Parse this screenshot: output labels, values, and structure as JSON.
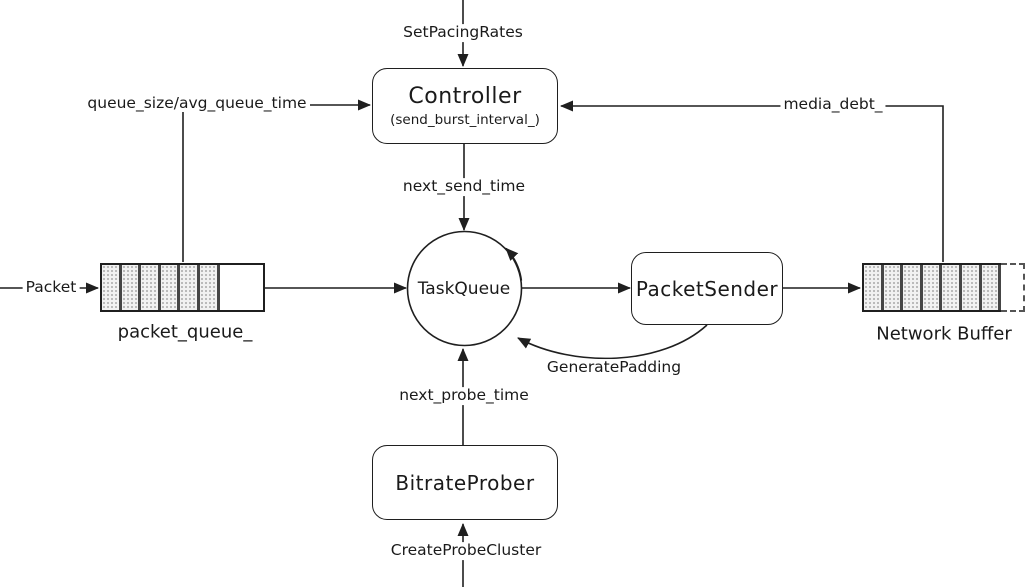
{
  "diagram": {
    "nodes": {
      "controller": {
        "title": "Controller",
        "subtitle": "(send_burst_interval_)"
      },
      "task_queue": {
        "label": "TaskQueue"
      },
      "packet_sender": {
        "label": "PacketSender"
      },
      "bitrate_prober": {
        "label": "BitrateProber"
      },
      "packet_queue": {
        "label": "packet_queue_",
        "filled_cells": 6
      },
      "network_buffer": {
        "label": "Network Buffer",
        "filled_cells": 7
      }
    },
    "edges": {
      "set_pacing_rates": {
        "label": "SetPacingRates"
      },
      "queue_metrics": {
        "label": "queue_size/avg_queue_time"
      },
      "media_debt": {
        "label": "media_debt_"
      },
      "next_send_time": {
        "label": "next_send_time"
      },
      "packet_in": {
        "label": "Packet"
      },
      "generate_padding": {
        "label": "GeneratePadding"
      },
      "next_probe_time": {
        "label": "next_probe_time"
      },
      "create_probe_cluster": {
        "label": "CreateProbeCluster"
      }
    },
    "colors": {
      "line": "#1f1f1f",
      "node_fill": "#ffffff",
      "cell_fill": "#f1f1f1",
      "cell_dot": "#a8a8a8",
      "cell_separator": "#454545",
      "dashed_end": "#555555"
    }
  }
}
